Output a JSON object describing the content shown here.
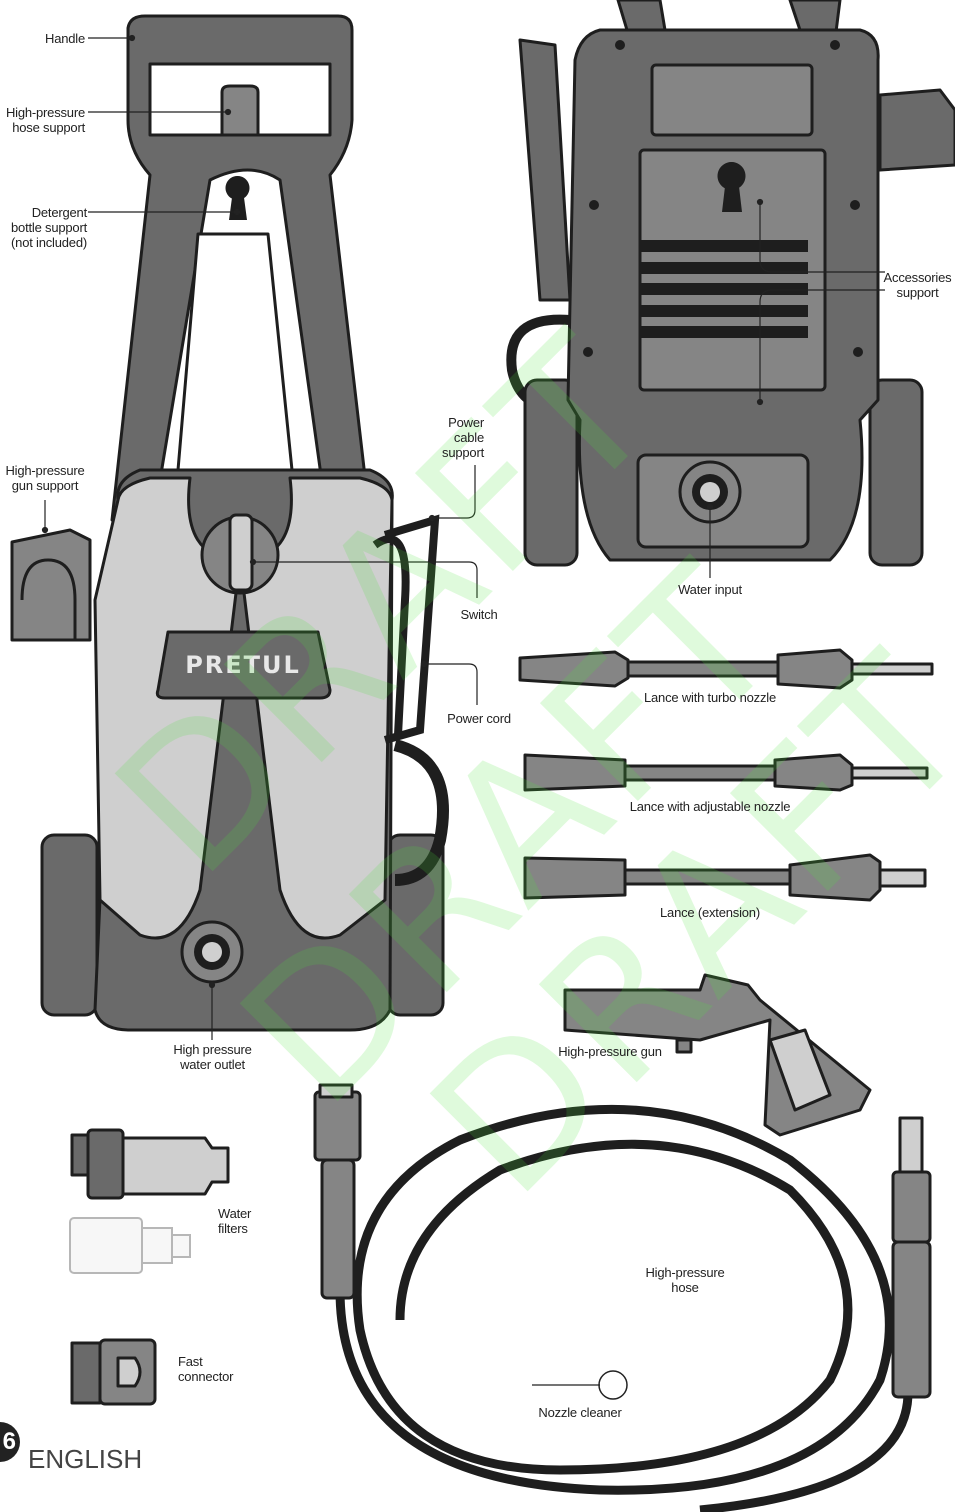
{
  "labels": {
    "handle": "Handle",
    "hose_support": "High-pressure\nhose support",
    "detergent": "Detergent\nbottle support\n(not included)",
    "gun_support": "High-pressure\ngun support",
    "power_cable_support": "Power\ncable\nsupport",
    "switch": "Switch",
    "power_cord": "Power cord",
    "accessories_support": "Accessories\nsupport",
    "water_input": "Water input",
    "lance_turbo": "Lance with turbo nozzle",
    "lance_adjustable": "Lance with adjustable nozzle",
    "lance_extension": "Lance (extension)",
    "gun": "High-pressure gun",
    "water_outlet": "High pressure\nwater outlet",
    "water_filters": "Water\nfilters",
    "fast_connector": "Fast\nconnector",
    "hose": "High-pressure\nhose",
    "nozzle_cleaner": "Nozzle cleaner"
  },
  "brand": "PRETUL",
  "watermark": "DRAFT",
  "page_number": "6",
  "language": "ENGLISH",
  "colors": {
    "body_dark": "#6a6a6a",
    "body_mid": "#858585",
    "panel_light": "#cfcfcf",
    "outline": "#1e1e1e",
    "watermark": "#4de63c"
  }
}
